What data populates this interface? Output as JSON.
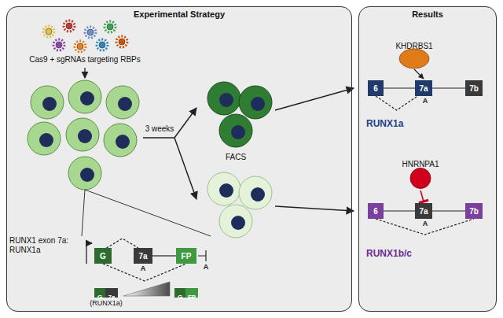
{
  "diagram": {
    "nodes": [
      {
        "text": [
          "Experimental Strategy"
        ]
      },
      {
        "text": [
          "G"
        ],
        "in": 0
      },
      {
        "text": [
          "7a"
        ],
        "in": 0
      },
      {
        "text": [
          "FP"
        ],
        "in": 0
      },
      {
        "text": [
          "G"
        ],
        "in": 0
      },
      {
        "text": [
          "7a"
        ],
        "in": 0
      },
      {
        "text": [
          "G"
        ],
        "in": 0
      },
      {
        "text": [
          "FP"
        ],
        "in": 0
      },
      {
        "text": [
          "Results"
        ]
      },
      {
        "text": [
          "KHDRBS1"
        ],
        "in": 8
      },
      {
        "text": [
          "6"
        ],
        "in": 8
      },
      {
        "text": [
          "7a"
        ],
        "in": 8
      },
      {
        "text": [
          "7b"
        ],
        "in": 8
      },
      {
        "text": [
          "HNRNPA1"
        ],
        "in": 8
      },
      {
        "text": [
          "6"
        ],
        "in": 8
      },
      {
        "text": [
          "7a"
        ],
        "in": 8
      },
      {
        "text": [
          "7b"
        ],
        "in": 8
      }
    ],
    "edges": [
      {
        "from": 1,
        "to": 2,
        "arrow": "none"
      },
      {
        "from": 1,
        "to": 3,
        "arrow": "none"
      },
      {
        "from": 2,
        "to": 3,
        "arrow": "none"
      },
      {
        "from": 10,
        "to": 11,
        "arrow": "none"
      },
      {
        "from": 11,
        "to": 12,
        "arrow": "none"
      },
      {
        "from": 10,
        "to": 11,
        "arrow": "none"
      },
      {
        "from": 9,
        "to": 11,
        "arrow": "to"
      },
      {
        "from": 14,
        "to": 15,
        "arrow": "none"
      },
      {
        "from": 15,
        "to": 16,
        "arrow": "none"
      },
      {
        "from": 14,
        "to": 16,
        "arrow": "none"
      },
      {
        "from": 13,
        "to": 15,
        "arrow": "none"
      }
    ],
    "labels": [
      "Cas9 + sgRNAs targeting RBPs",
      "3 weeks",
      "FACS",
      "RUNX1 exon 7a: RUNX1a",
      "A",
      "A",
      "(RUNX1a)",
      "A",
      "RUNX1a",
      "A",
      "RUNX1b/c"
    ]
  }
}
